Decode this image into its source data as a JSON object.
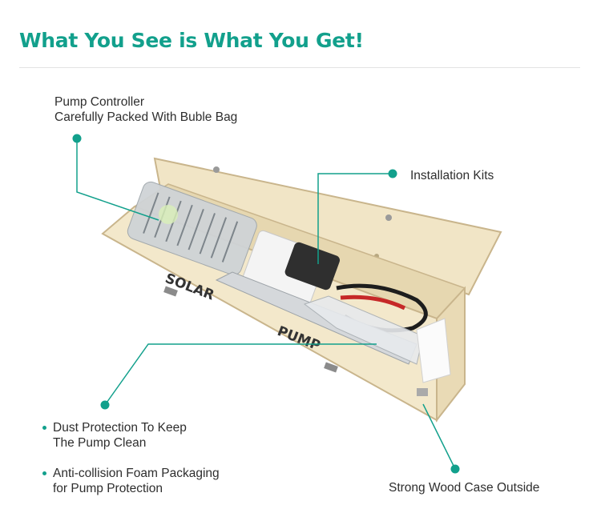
{
  "header": {
    "title": "What You See is What You Get!"
  },
  "callouts": {
    "controller": {
      "line1": "Pump Controller",
      "line2": "Carefully Packed With Buble Bag"
    },
    "kits": {
      "label": "Installation Kits"
    },
    "dust": {
      "line1": "Dust Protection To Keep",
      "line2": "The Pump Clean"
    },
    "foam": {
      "line1": "Anti-collision Foam Packaging",
      "line2": "for Pump Protection"
    },
    "case": {
      "label": "Strong Wood Case Outside"
    }
  },
  "box_print": {
    "word1": "SOLAR",
    "word2": "PUMP"
  },
  "colors": {
    "accent": "#12a08c",
    "wood": "#efe2c2",
    "wood_edge": "#c9b58c"
  }
}
